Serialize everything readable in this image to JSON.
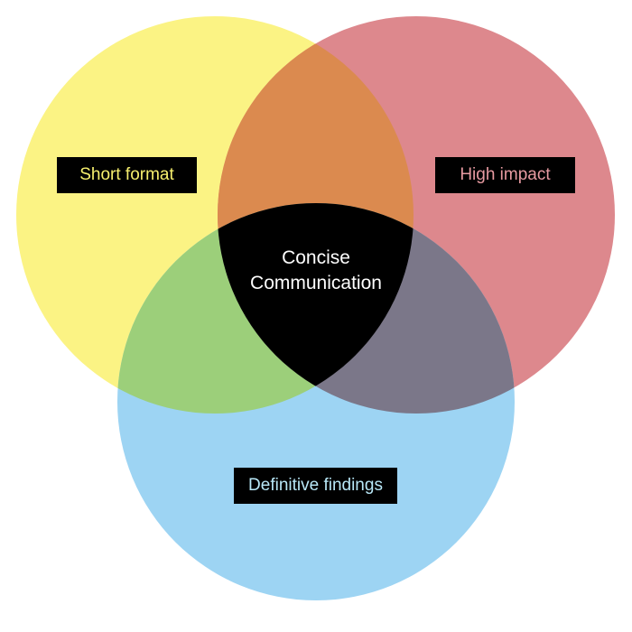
{
  "diagram": {
    "sets": [
      {
        "name": "short-format",
        "label": "Short format",
        "fill": "#fbf384",
        "text_color": "#f6ef6e"
      },
      {
        "name": "high-impact",
        "label": "High impact",
        "fill": "#dd888d",
        "text_color": "#e79aa1"
      },
      {
        "name": "definitive-findings",
        "label": "Definitive findings",
        "fill": "#9dd4f3",
        "text_color": "#b8e7f7"
      }
    ],
    "intersections": {
      "short_high": "#db8a4f",
      "short_definitive": "#9ccf7a",
      "high_definitive": "#7b7789",
      "all_three": "#000000"
    },
    "center": {
      "line1": "Concise",
      "line2": "Communication",
      "text_color": "#ffffff"
    }
  }
}
